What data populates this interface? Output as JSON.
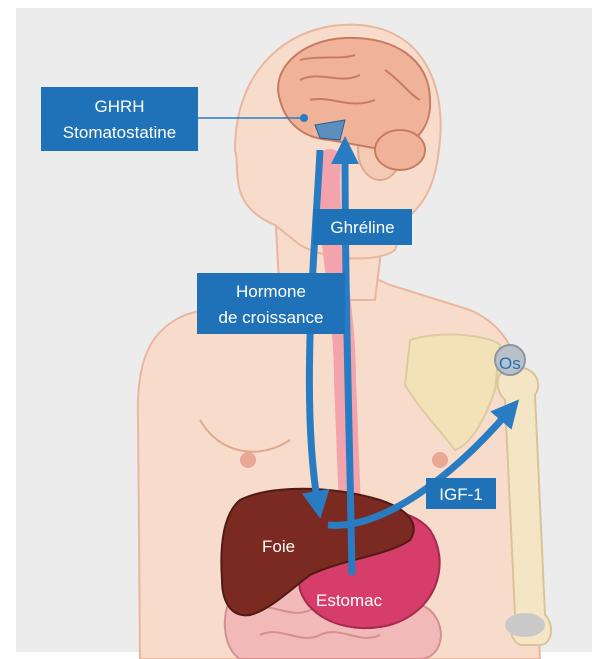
{
  "labels": {
    "hypothalamus_line1": "GHRH",
    "hypothalamus_line2": "Stomatostatine",
    "ghrelin": "Ghréline",
    "growth_hormone_line1": "Hormone",
    "growth_hormone_line2": "de croissance",
    "liver": "Foie",
    "stomach": "Estomac",
    "igf": "IGF-1",
    "bone": "Os"
  },
  "colors": {
    "label_box": "#1f72b8",
    "arrow": "#2a7cc2",
    "skin": "#f6d8c4",
    "liver": "#7a2a20",
    "stomach": "#d63d6a",
    "bone": "#f1e3c4"
  }
}
